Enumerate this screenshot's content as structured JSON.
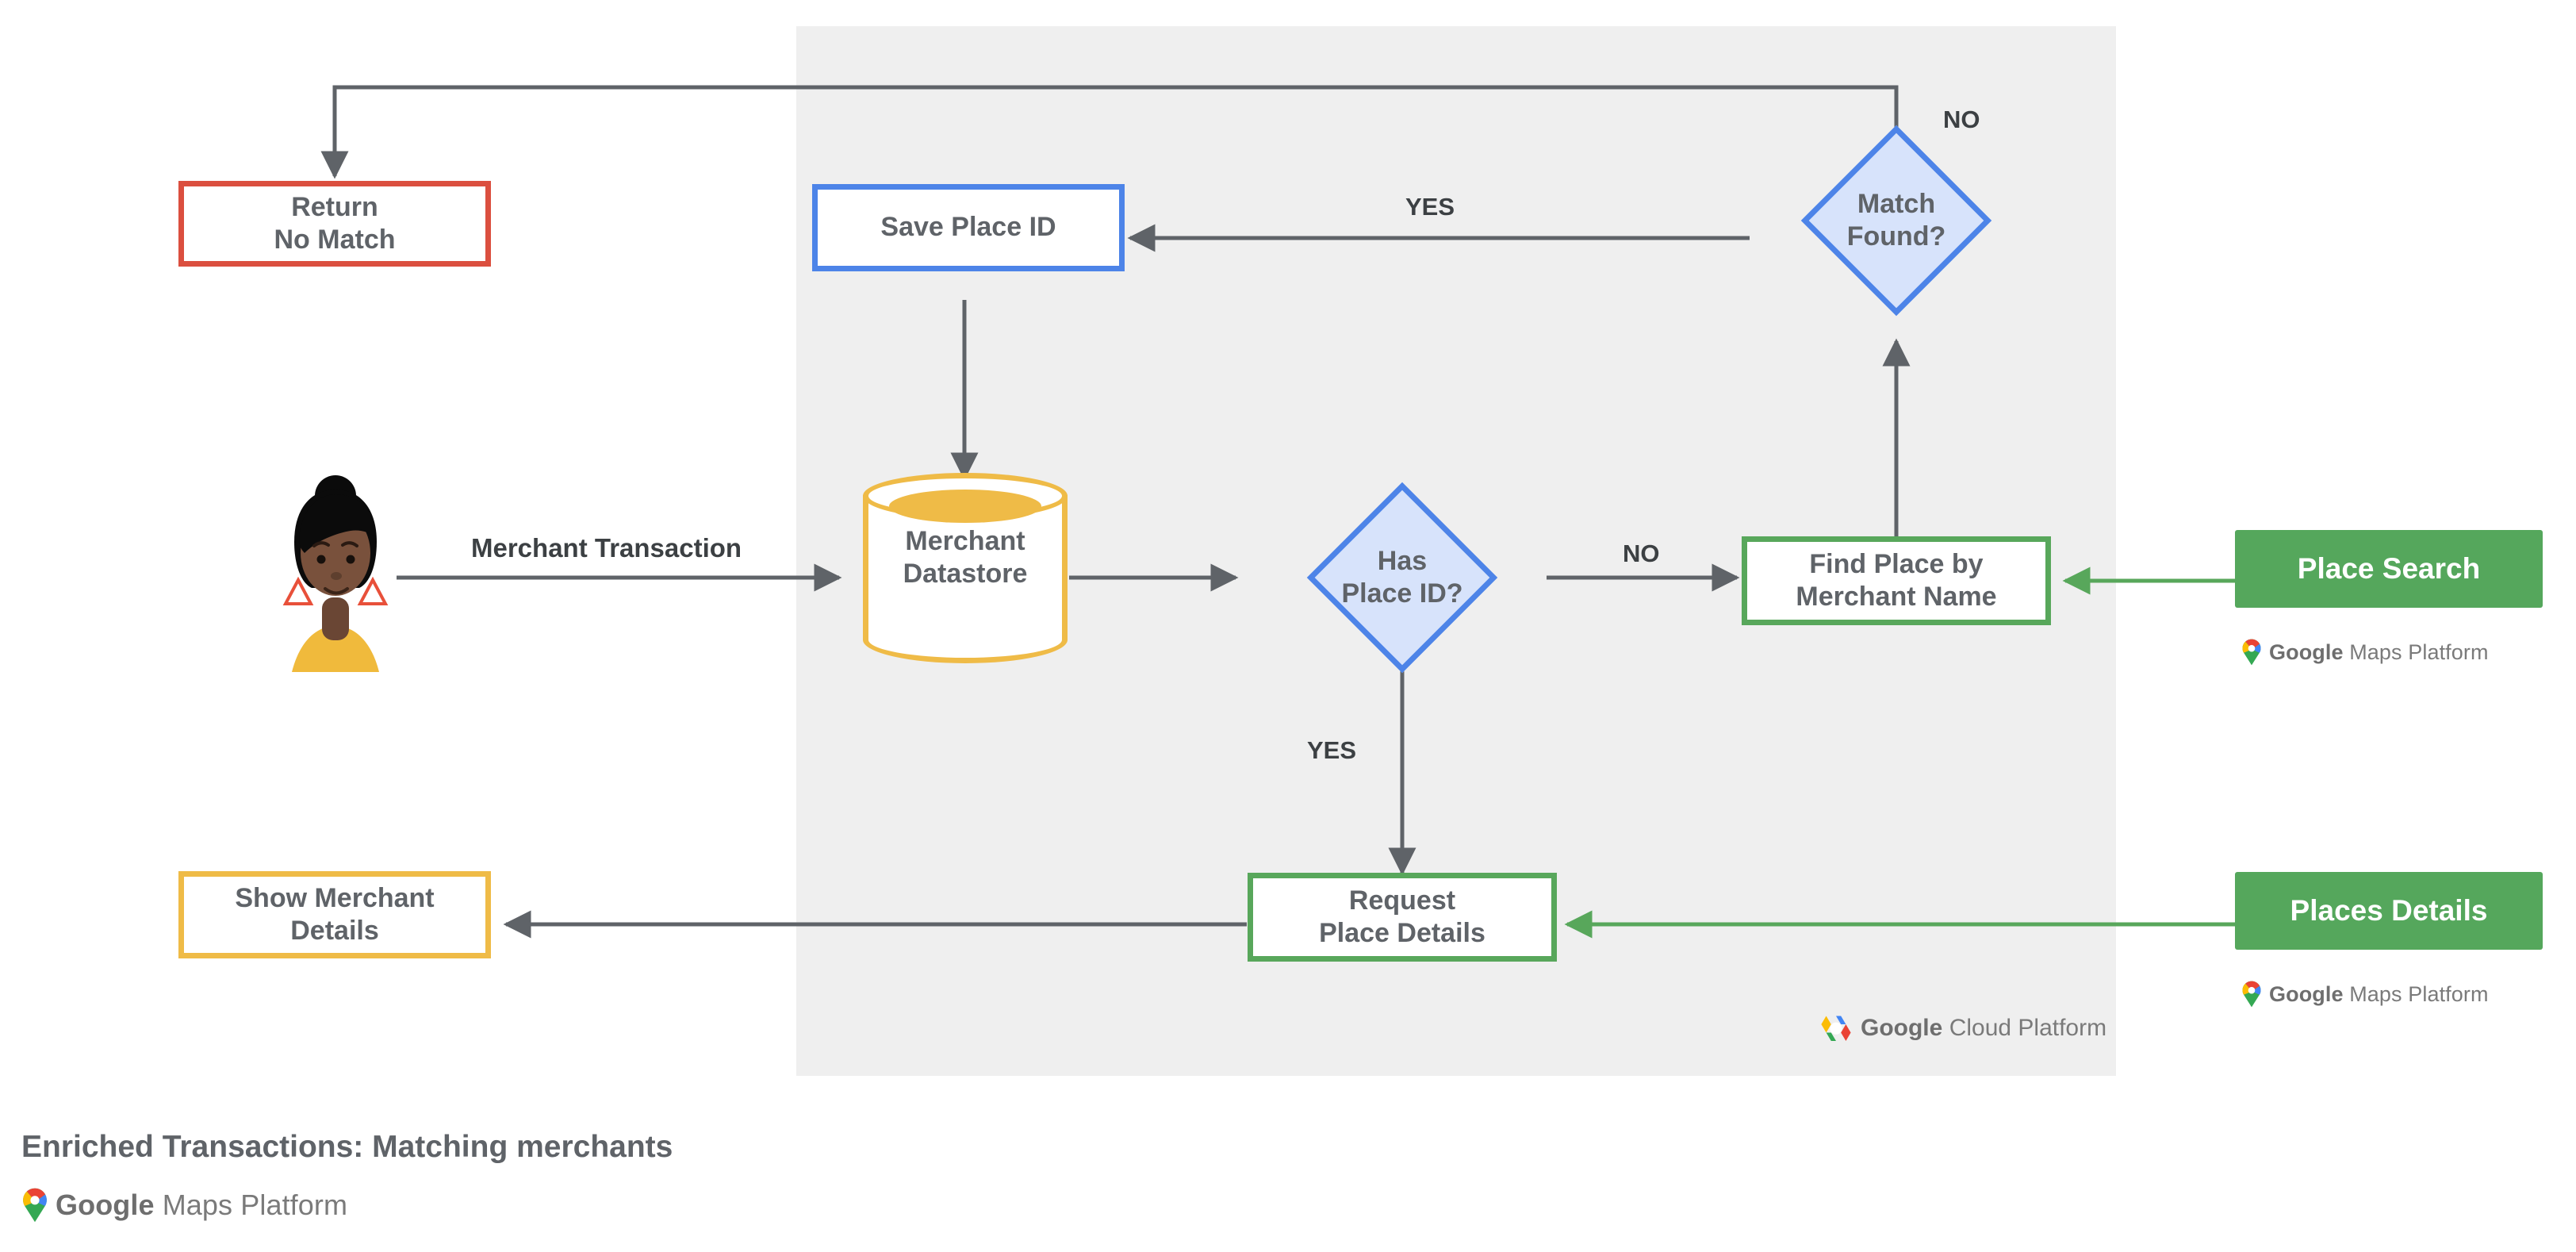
{
  "diagram": {
    "title": "Enriched Transactions: Matching merchants",
    "panel_label": "Google Cloud Platform",
    "colors": {
      "panel_bg": "#EFEFEF",
      "red": "#DB4F3F",
      "blue": "#4D84E8",
      "blue_fill": "#D7E3FB",
      "green": "#58A75B",
      "green_fill": "#55A75C",
      "amber": "#EFBB47",
      "edge": "#5F6368",
      "text": "#5F6368"
    },
    "nodes": {
      "return_no_match": "Return\nNo Match",
      "save_place_id": "Save Place ID",
      "match_found": "Match\nFound?",
      "merchant_datastore": "Merchant\nDatastore",
      "has_place_id": "Has\nPlace ID?",
      "find_place": "Find Place by\nMerchant Name",
      "request_place_details": "Request\nPlace Details",
      "show_merchant_details": "Show Merchant\nDetails"
    },
    "api_buttons": [
      {
        "key": "place_search",
        "label": "Place Search"
      },
      {
        "key": "places_details",
        "label": "Places Details"
      }
    ],
    "edge_labels": {
      "merchant_transaction": "Merchant Transaction",
      "match_found_no": "NO",
      "match_found_yes": "YES",
      "has_place_id_no": "NO",
      "has_place_id_yes": "YES"
    },
    "logos": {
      "maps_google": "Google",
      "maps_rest": "Maps Platform",
      "cloud_google": "Google",
      "cloud_rest": "Cloud Platform"
    }
  }
}
